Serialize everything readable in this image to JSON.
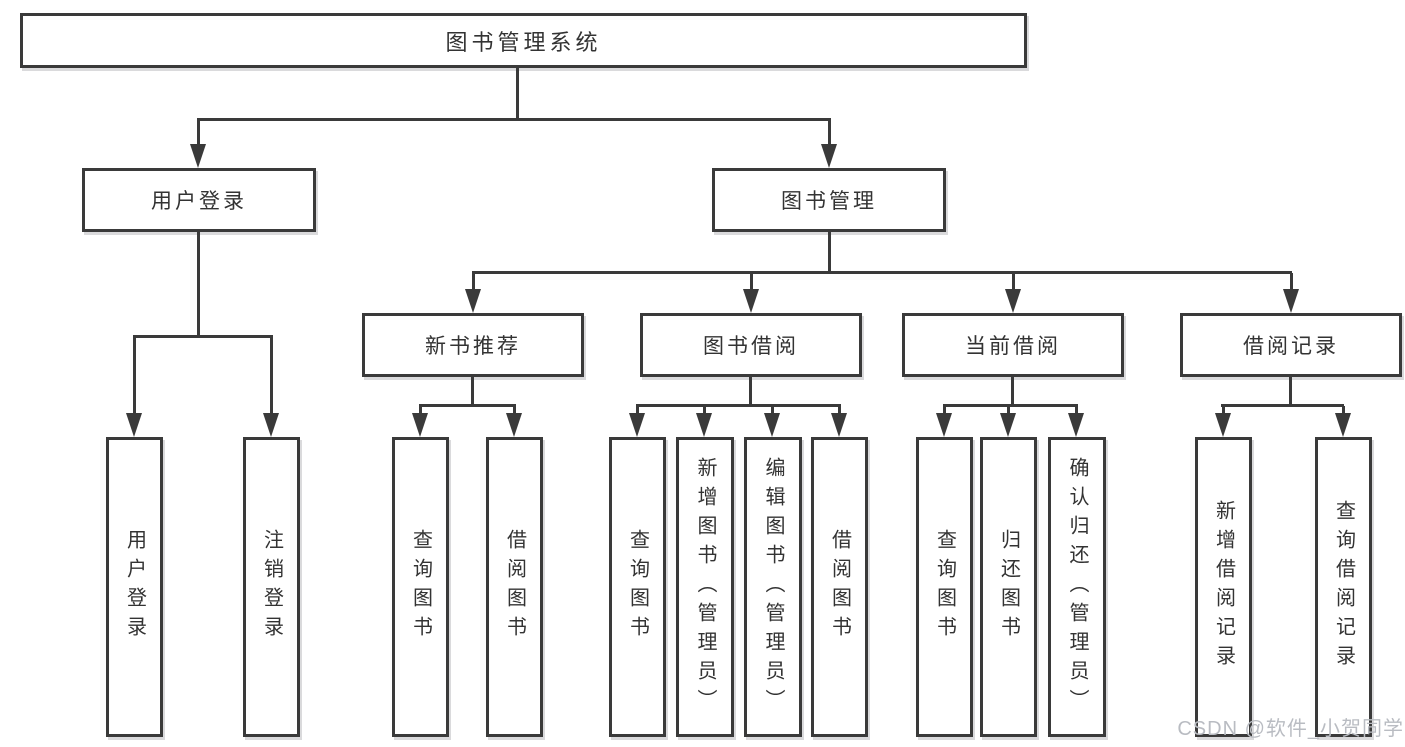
{
  "tree": {
    "root": "图书管理系统",
    "branches": [
      {
        "label": "用户登录",
        "children": [
          {
            "label": "用户登录"
          },
          {
            "label": "注销登录"
          }
        ]
      },
      {
        "label": "图书管理",
        "children": [
          {
            "label": "新书推荐",
            "children": [
              {
                "label": "查询图书"
              },
              {
                "label": "借阅图书"
              }
            ]
          },
          {
            "label": "图书借阅",
            "children": [
              {
                "label": "查询图书"
              },
              {
                "label": "新增图书（管理员）"
              },
              {
                "label": "编辑图书（管理员）"
              },
              {
                "label": "借阅图书"
              }
            ]
          },
          {
            "label": "当前借阅",
            "children": [
              {
                "label": "查询图书"
              },
              {
                "label": "归还图书"
              },
              {
                "label": "确认归还（管理员）"
              }
            ]
          },
          {
            "label": "借阅记录",
            "children": [
              {
                "label": "新增借阅记录"
              },
              {
                "label": "查询借阅记录"
              }
            ]
          }
        ]
      }
    ]
  },
  "watermark": {
    "text": "CSDN @软件_小贺同学",
    "color": "#b9bcc2"
  },
  "colors": {
    "line": "#3a3a3a",
    "text": "#333333",
    "box_background": "#ffffff",
    "page_background": "#ffffff"
  }
}
